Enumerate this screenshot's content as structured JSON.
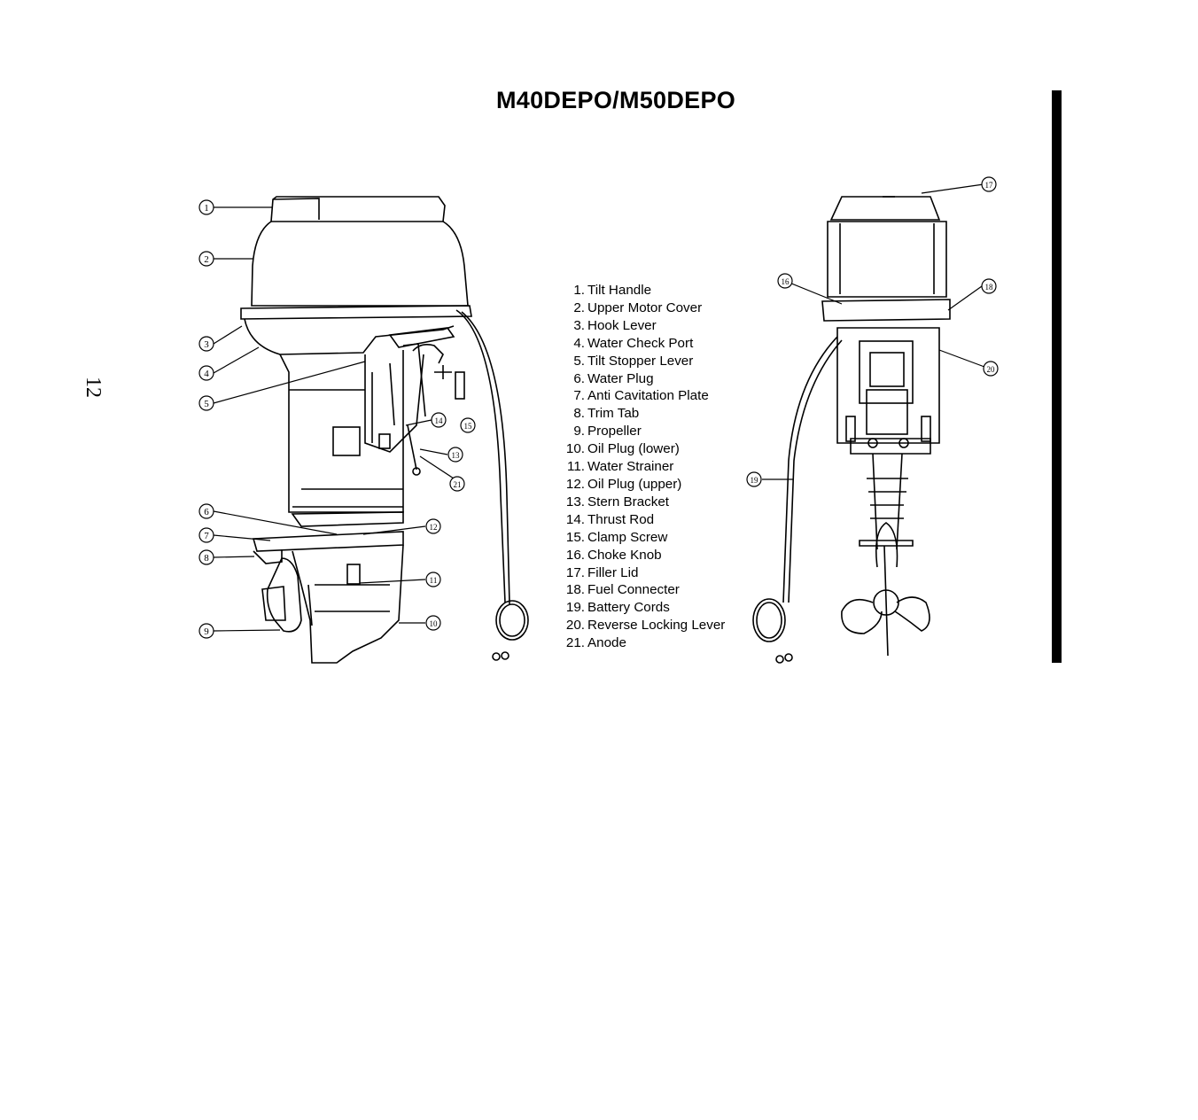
{
  "page": {
    "title": "M40DEPO/M50DEPO",
    "page_number": "12"
  },
  "parts": [
    {
      "num": "1.",
      "label": "Tilt Handle"
    },
    {
      "num": "2.",
      "label": "Upper Motor Cover"
    },
    {
      "num": "3.",
      "label": "Hook Lever"
    },
    {
      "num": "4.",
      "label": "Water Check Port"
    },
    {
      "num": "5.",
      "label": "Tilt Stopper Lever"
    },
    {
      "num": "6.",
      "label": "Water Plug"
    },
    {
      "num": "7.",
      "label": "Anti Cavitation Plate"
    },
    {
      "num": "8.",
      "label": "Trim Tab"
    },
    {
      "num": "9.",
      "label": "Propeller"
    },
    {
      "num": "10.",
      "label": "Oil Plug (lower)"
    },
    {
      "num": "11.",
      "label": "Water Strainer"
    },
    {
      "num": "12.",
      "label": "Oil Plug (upper)"
    },
    {
      "num": "13.",
      "label": "Stern Bracket"
    },
    {
      "num": "14.",
      "label": "Thrust Rod"
    },
    {
      "num": "15.",
      "label": "Clamp Screw"
    },
    {
      "num": "16.",
      "label": "Choke Knob"
    },
    {
      "num": "17.",
      "label": "Filler Lid"
    },
    {
      "num": "18.",
      "label": "Fuel Connecter"
    },
    {
      "num": "19.",
      "label": "Battery Cords"
    },
    {
      "num": "20.",
      "label": "Reverse Locking Lever"
    },
    {
      "num": "21.",
      "label": "Anode"
    }
  ],
  "callouts": [
    "1",
    "2",
    "3",
    "4",
    "5",
    "6",
    "7",
    "8",
    "9",
    "10",
    "11",
    "12",
    "13",
    "14",
    "15",
    "16",
    "17",
    "18",
    "19",
    "20",
    "21"
  ]
}
